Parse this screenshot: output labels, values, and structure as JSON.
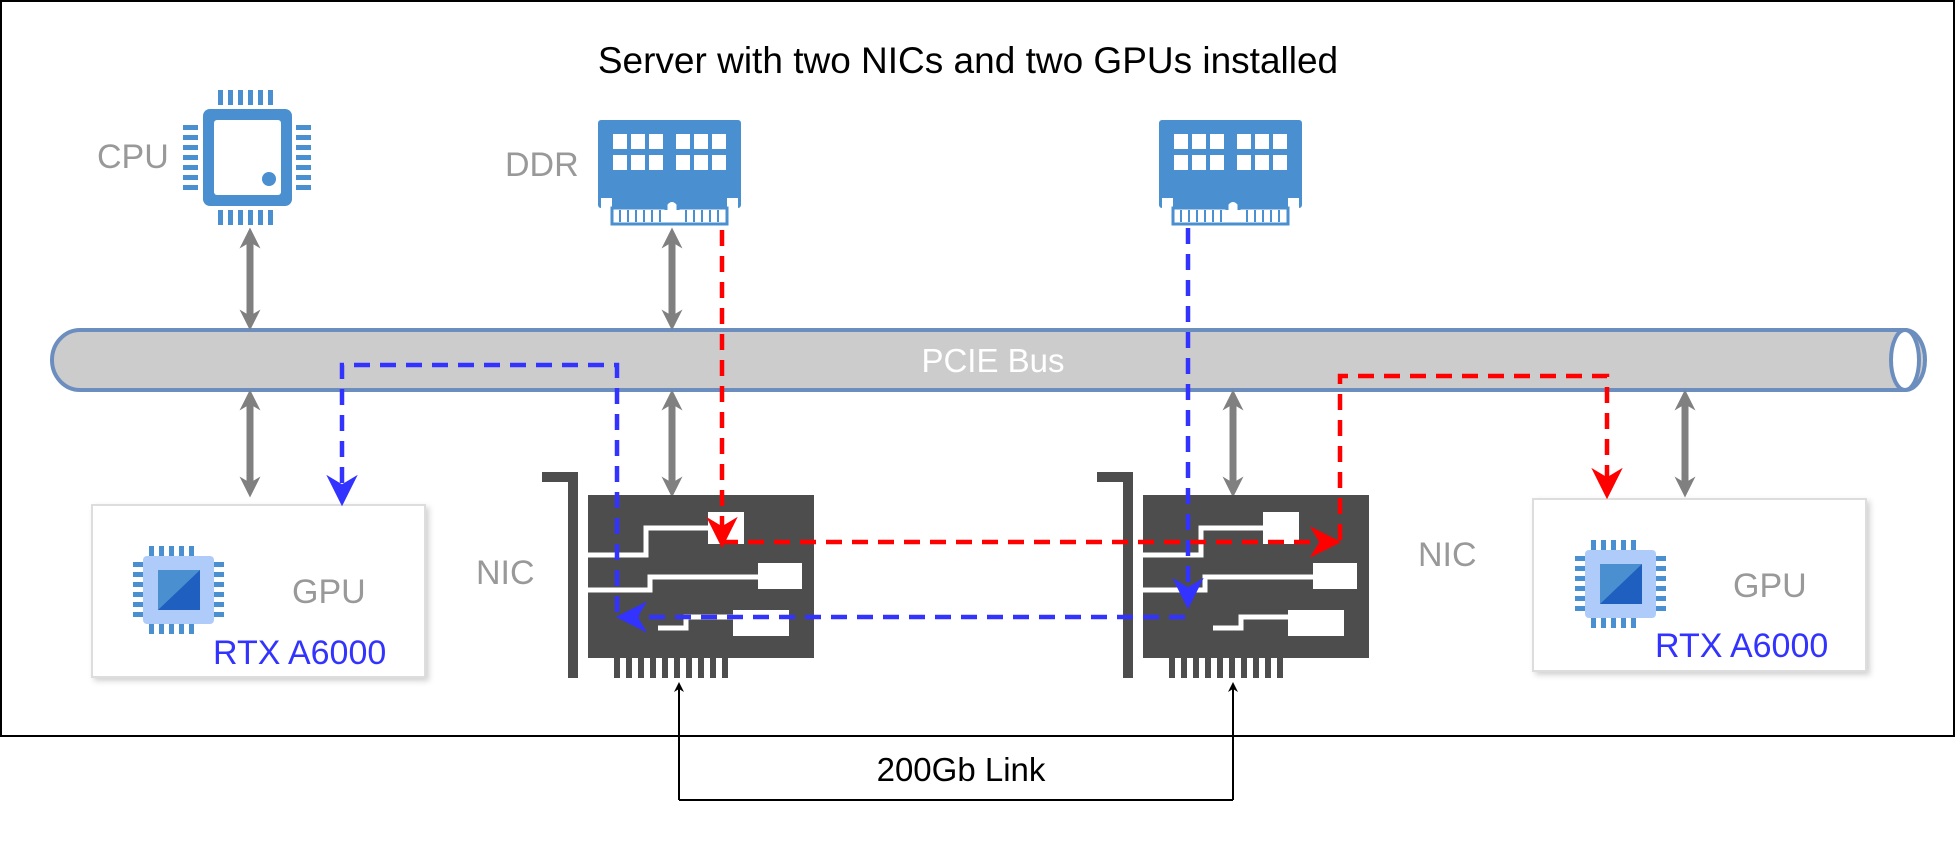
{
  "title": "Server with two NICs and two GPUs installed",
  "cpu": {
    "label": "CPU",
    "icon": "cpu-chip-icon"
  },
  "memory": [
    {
      "label": "DDR",
      "icon": "ram-module-icon"
    },
    {
      "label": "",
      "icon": "ram-module-icon"
    }
  ],
  "bus": {
    "label": "PCIE Bus"
  },
  "gpus": [
    {
      "label": "GPU",
      "model": "RTX A6000",
      "icon": "gpu-chip-icon"
    },
    {
      "label": "GPU",
      "model": "RTX A6000",
      "icon": "gpu-chip-icon"
    }
  ],
  "nics": [
    {
      "label": "NIC",
      "icon": "network-card-icon"
    },
    {
      "label": "NIC",
      "icon": "network-card-icon"
    }
  ],
  "link": {
    "label": "200Gb Link"
  },
  "colors": {
    "chip_blue": "#4a8fd0",
    "bus_fill": "#cccccc",
    "bus_stroke": "#6c8ebf",
    "arrow_grey": "#808080",
    "path_red": "#ff0000",
    "path_blue": "#3333ff",
    "nic_dark": "#4d4d4d"
  }
}
